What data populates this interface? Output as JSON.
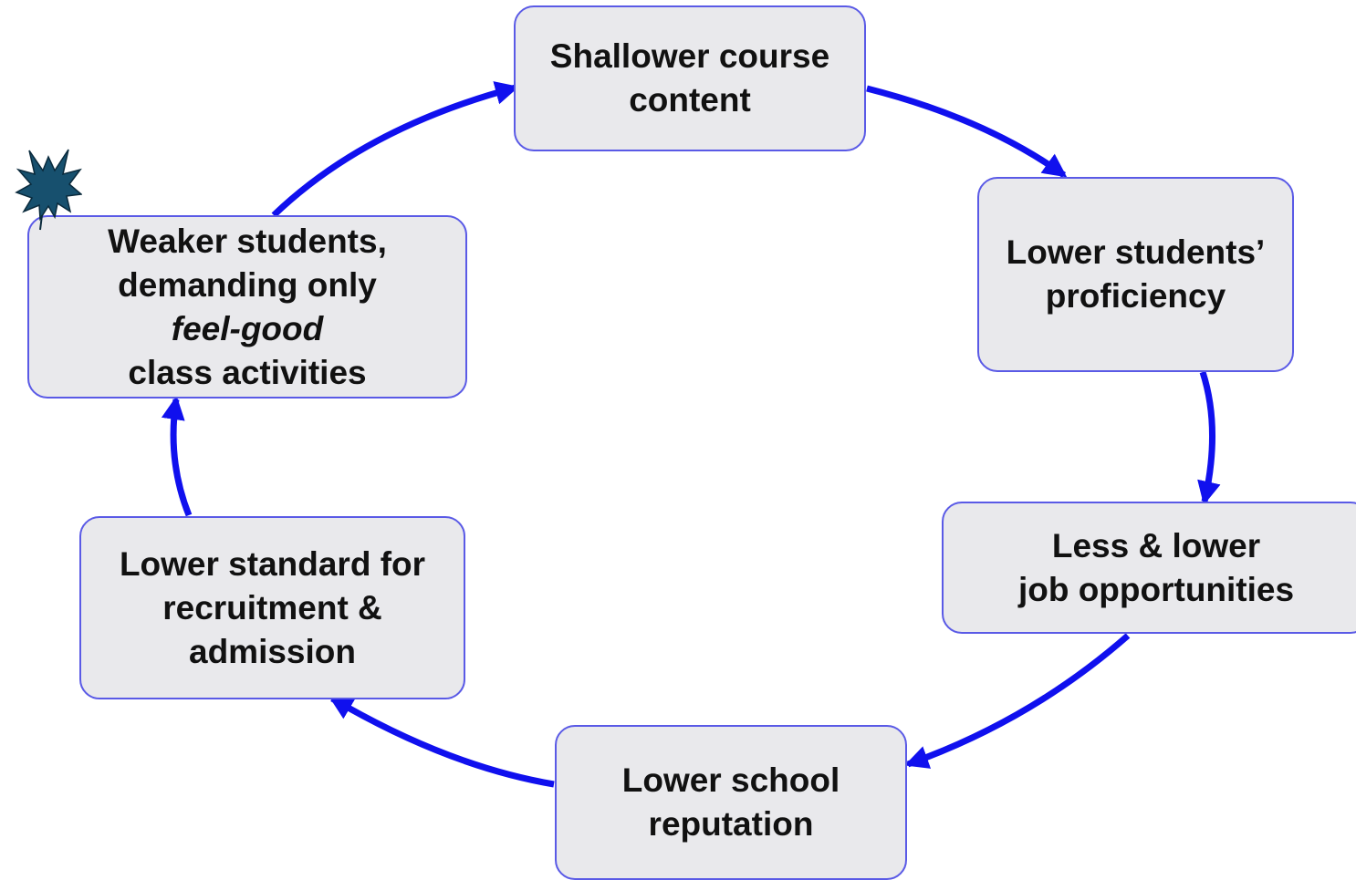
{
  "diagram": {
    "type": "cycle",
    "colors": {
      "arrow": "#1010ee",
      "box_fill": "#e9e9ec",
      "box_border": "#5a5ae6",
      "text": "#111111",
      "burst_fill": "#17506e"
    },
    "nodes": {
      "shallower": {
        "lines": [
          "Shallower course",
          "content"
        ]
      },
      "proficiency": {
        "lines": [
          "Lower students’",
          "proficiency"
        ]
      },
      "jobs": {
        "lines": [
          "Less & lower",
          "job opportunities"
        ]
      },
      "reputation": {
        "lines": [
          "Lower school",
          "reputation"
        ]
      },
      "standard": {
        "lines": [
          "Lower standard for",
          "recruitment &",
          "admission"
        ]
      },
      "weaker": {
        "lines": [
          "Weaker students,",
          "demanding only",
          "feel-good",
          "class activities"
        ]
      }
    },
    "flow": [
      "shallower",
      "proficiency",
      "jobs",
      "reputation",
      "standard",
      "weaker",
      "shallower"
    ],
    "marker": {
      "icon": "starburst-icon",
      "attached_to": "weaker"
    }
  }
}
